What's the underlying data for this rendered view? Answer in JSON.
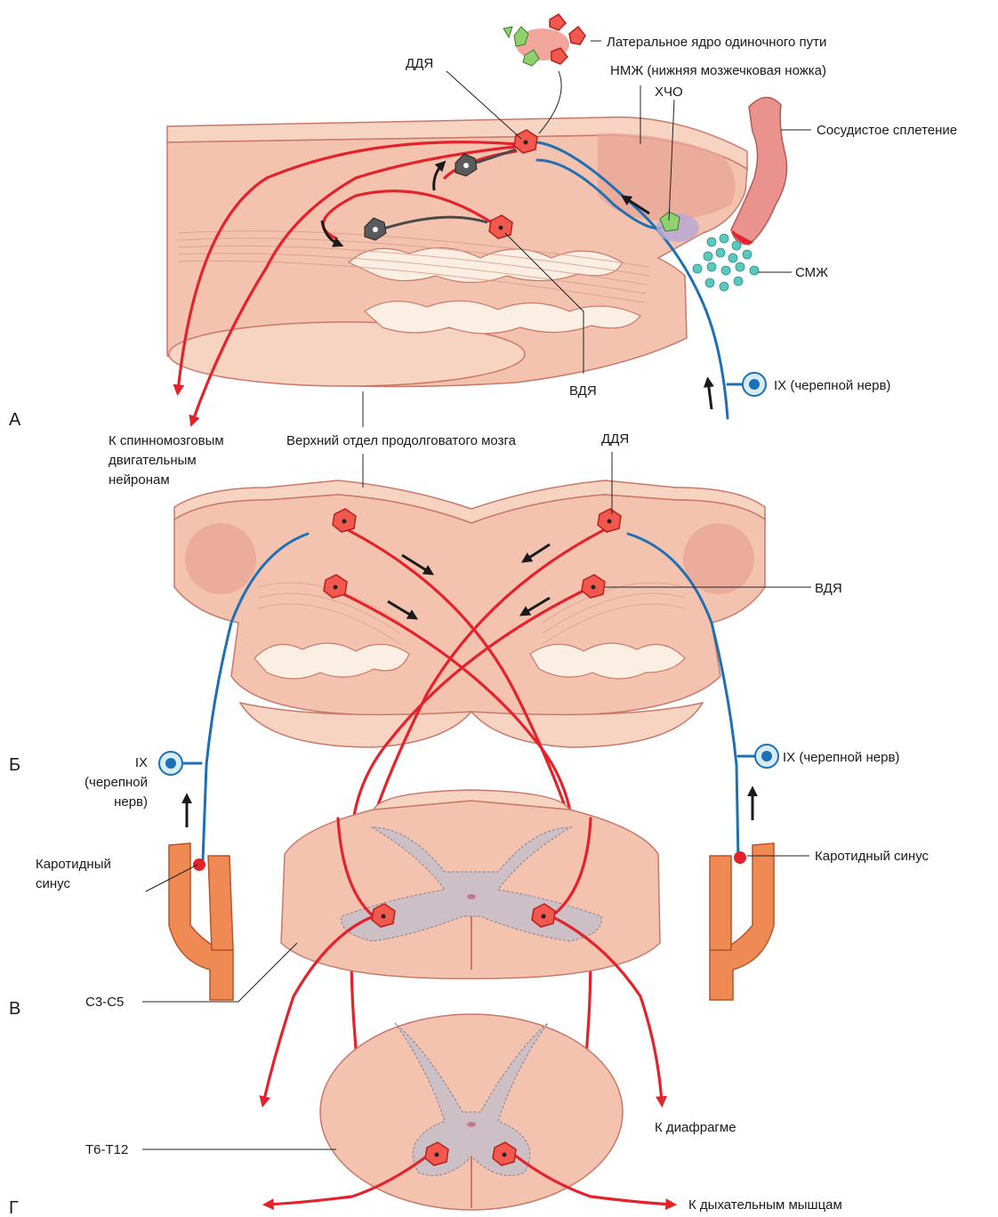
{
  "panels": [
    "А",
    "Б",
    "В",
    "Г"
  ],
  "labels": {
    "ddya_a": "ДДЯ",
    "lateral_nucleus": "Латеральное ядро одиночного пути",
    "nmzh": "НМЖ (нижняя мозжечковая ножка)",
    "hcho": "ХЧО",
    "choroid": "Сосудистое сплетение",
    "smzh": "СМЖ",
    "vdya_a": "ВДЯ",
    "ix_a": "IX (черепной нерв)",
    "to_spinal_1": "К спинномозговым",
    "to_spinal_2": "двигательным",
    "to_spinal_3": "нейронам",
    "upper_medulla": "Верхний отдел продолговатого мозга",
    "ddya_b": "ДДЯ",
    "vdya_b": "ВДЯ",
    "ix_left_1": "IX",
    "ix_left_2": "(черепной",
    "ix_left_3": "нерв)",
    "ix_right": "IX (черепной нерв)",
    "carotid_left_1": "Каротидный",
    "carotid_left_2": "синус",
    "carotid_right": "Каротидный синус",
    "c3c5": "С3-С5",
    "to_diaphragm": "К диафрагме",
    "t6t12": "Т6-Т12",
    "to_resp_muscles": "К дыхательным мышцам"
  },
  "colors": {
    "efferent": "#e3222b",
    "afferent": "#1e6fb4",
    "tissue": "#f4c3b0",
    "artery": "#f08a55",
    "csf": "#5cc7bd",
    "chemoreceptor": "#8fd16e"
  }
}
